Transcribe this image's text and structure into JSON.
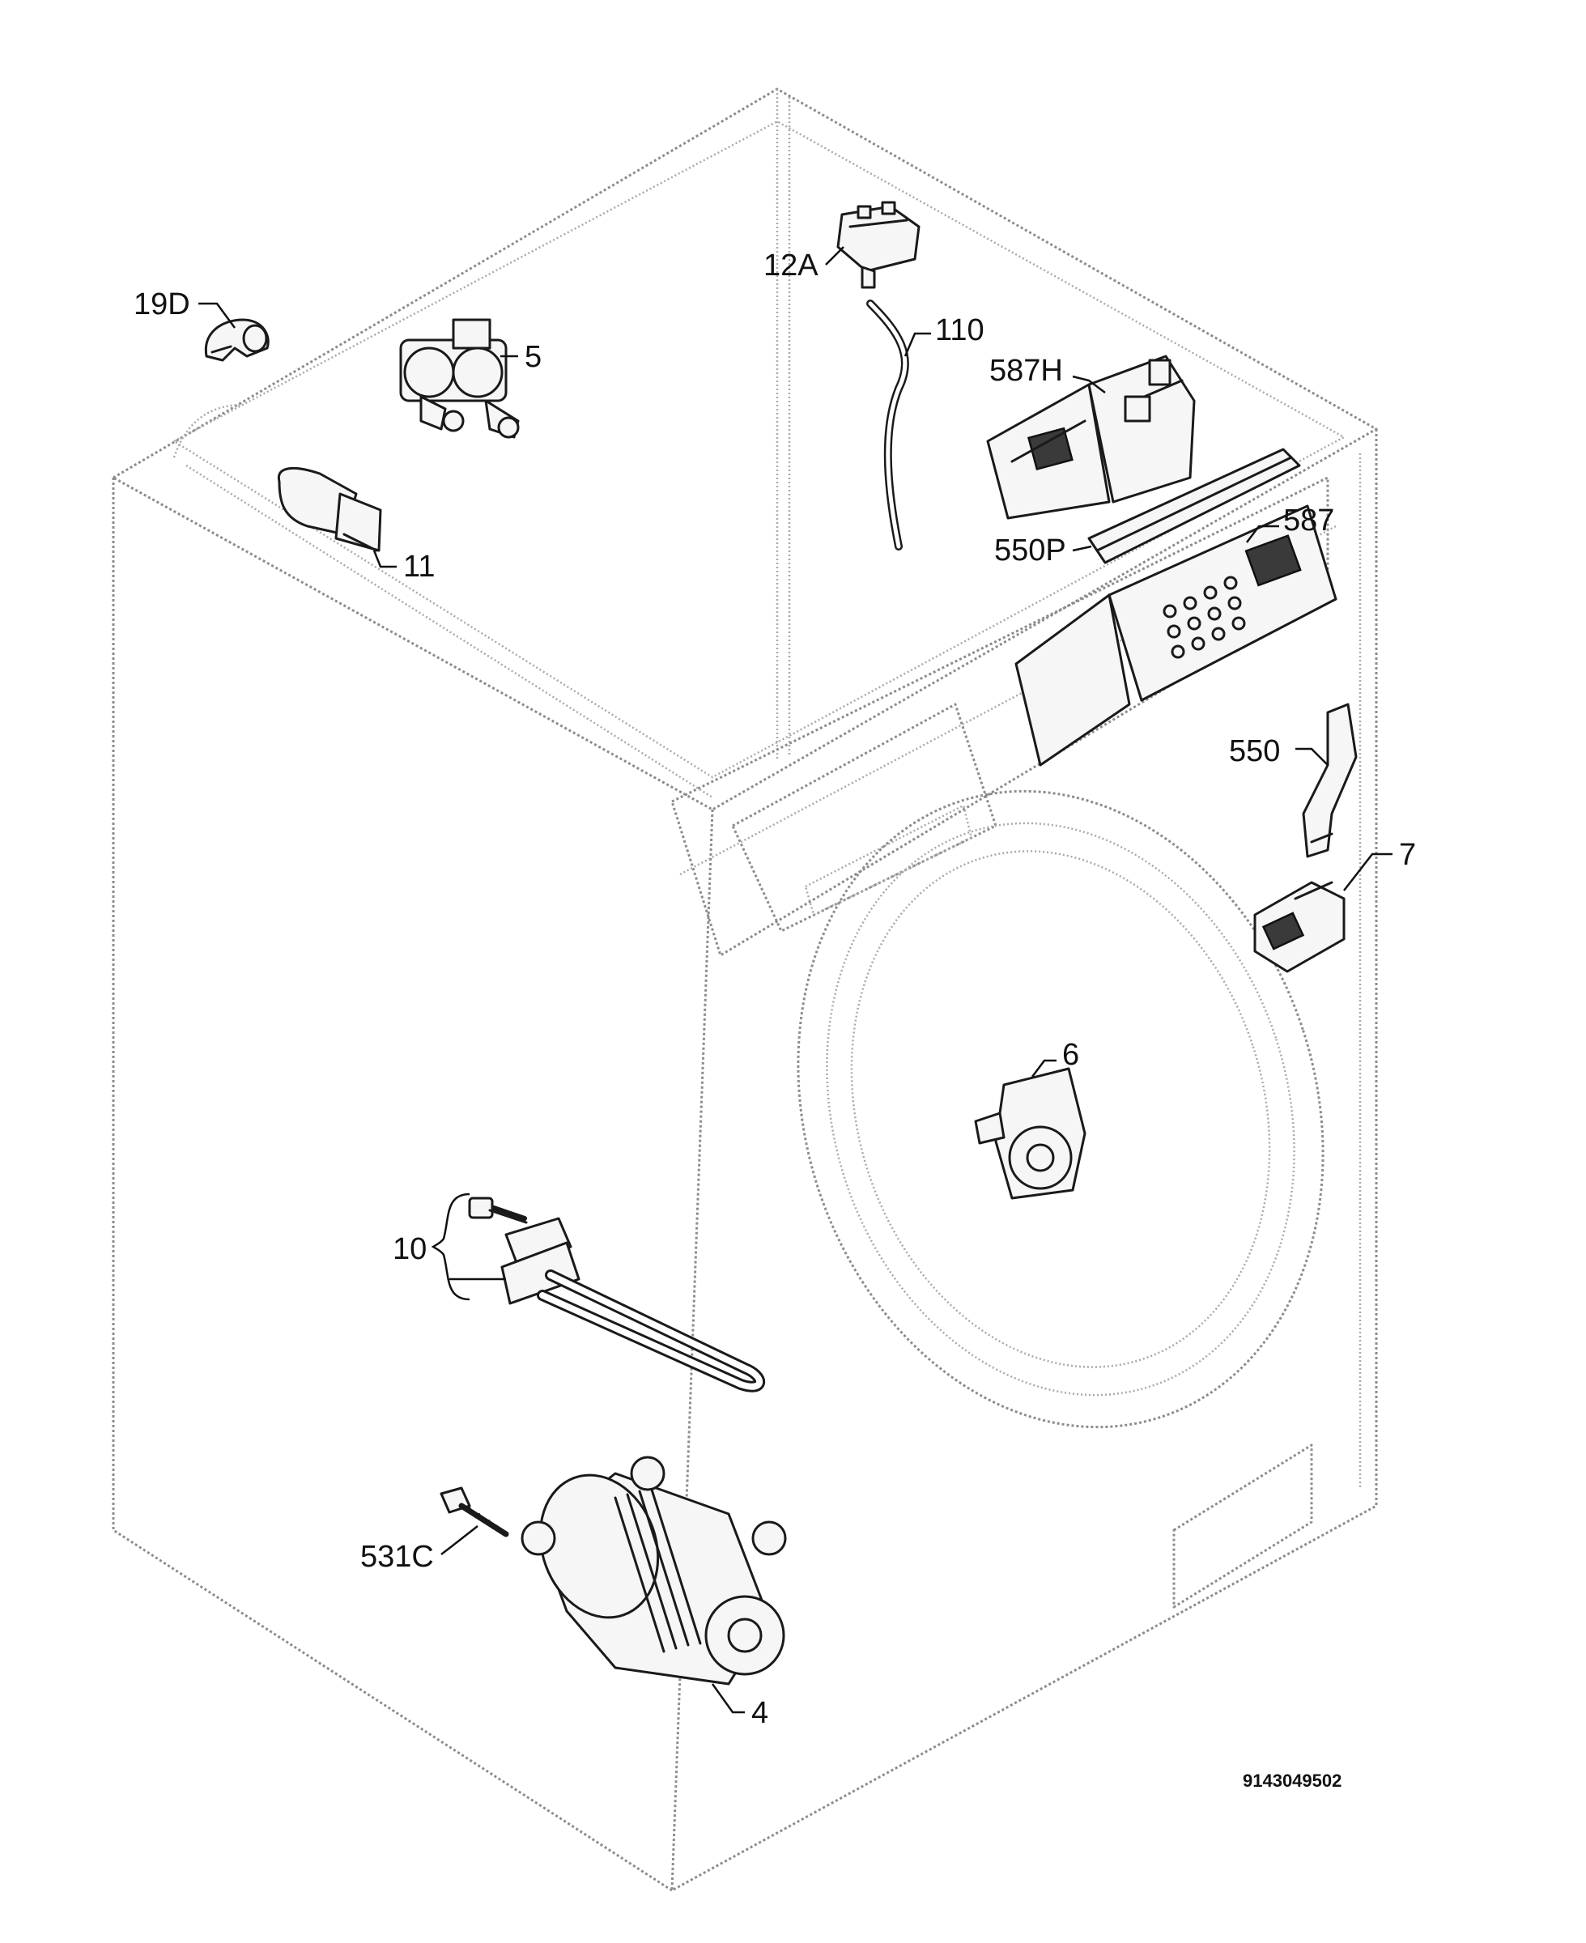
{
  "labels": {
    "l19D": "19D",
    "l5": "5",
    "l11": "11",
    "l12A": "12A",
    "l110": "110",
    "l587H": "587H",
    "l550P": "550P",
    "l587": "587",
    "l550": "550",
    "l7": "7",
    "l6": "6",
    "l10": "10",
    "l531C": "531C",
    "l4": "4"
  },
  "drawing_code": "9143049502"
}
